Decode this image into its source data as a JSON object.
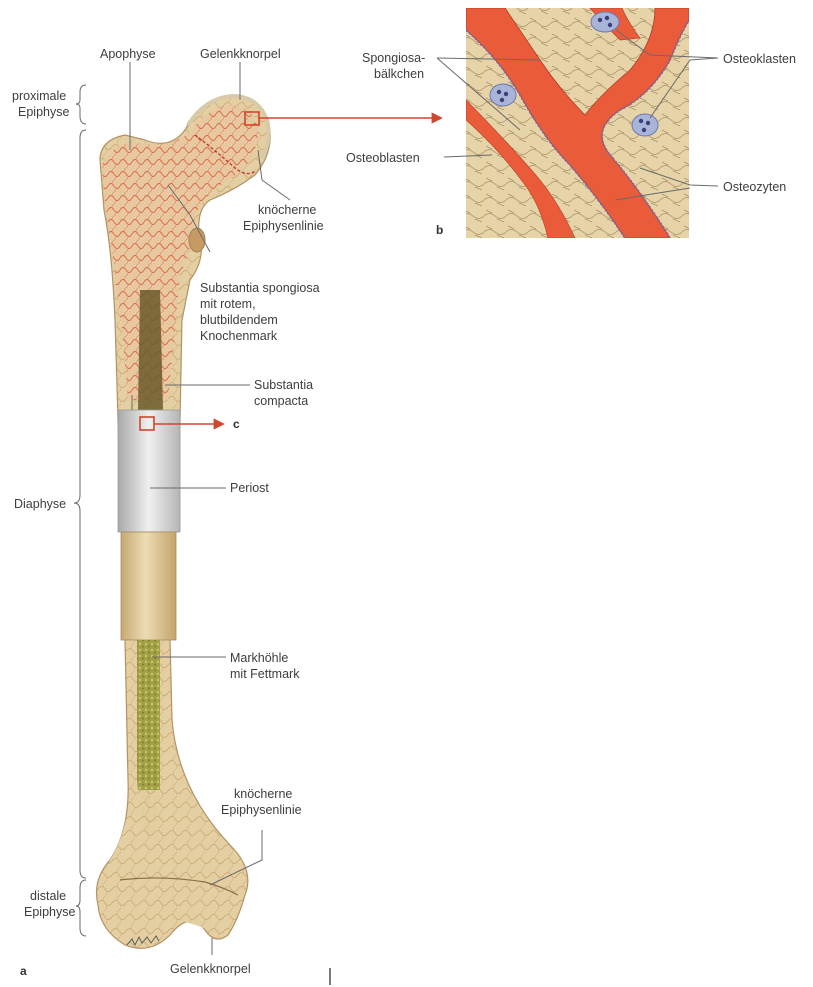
{
  "panel_a": {
    "letter": "a",
    "labels": {
      "apophyse": "Apophyse",
      "gelenkknorpel_top": "Gelenkknorpel",
      "proximale_epiphyse": [
        "proximale",
        "Epiphyse"
      ],
      "knoecherne_epiphysenlinie_top": [
        "knöcherne",
        "Epiphysenlinie"
      ],
      "substantia_spongiosa": [
        "Substantia spongiosa",
        "mit rotem,",
        "blutbildendem",
        "Knochenmark"
      ],
      "substantia_compacta": [
        "Substantia",
        "compacta"
      ],
      "panel_c_ref": "c",
      "diaphyse": "Diaphyse",
      "periost": "Periost",
      "markhoehle": [
        "Markhöhle",
        "mit Fettmark"
      ],
      "knoecherne_epiphysenlinie_bottom": [
        "knöcherne",
        "Epiphysenlinie"
      ],
      "distale_epiphyse": [
        "distale",
        "Epiphyse"
      ],
      "gelenkknorpel_bottom": "Gelenkknorpel"
    }
  },
  "panel_b": {
    "letter": "b",
    "labels": {
      "spongiosabaelkchen": [
        "Spongiosa-",
        "bälkchen"
      ],
      "osteoblasten": "Osteoblasten",
      "osteoklasten": "Osteoklasten",
      "osteozyten": "Osteozyten"
    }
  },
  "colors": {
    "bone": "#e3cfa3",
    "bone_dark": "#c8a978",
    "marrow_red": "#d44a2e",
    "periost": "#cfcfcf",
    "fat_marrow": "#9a9a3a",
    "trabecula_bg": "#e5d1a6",
    "vessel": "#ea5b3a",
    "osteoclast": "#a8b4d8",
    "arrow": "#d0462e"
  }
}
